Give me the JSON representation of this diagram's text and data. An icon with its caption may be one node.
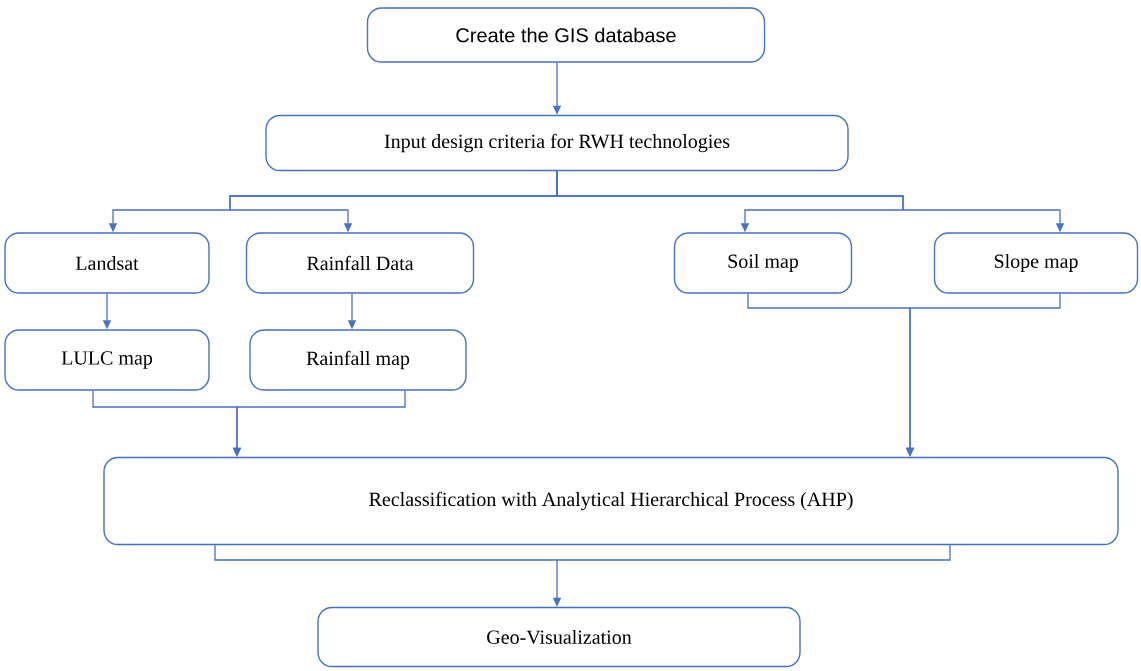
{
  "diagram": {
    "nodes": [
      {
        "text": [
          "Create the GIS database"
        ]
      },
      {
        "text": [
          "Input design criteria for RWH technologies"
        ]
      },
      {
        "text": [
          "Landsat"
        ]
      },
      {
        "text": [
          "Rainfall Data"
        ]
      },
      {
        "text": [
          "Soil map"
        ]
      },
      {
        "text": [
          "Slope map"
        ]
      },
      {
        "text": [
          "LULC map"
        ]
      },
      {
        "text": [
          "Rainfall map"
        ]
      },
      {
        "text": [
          "Reclassification with Analytical Hierarchical Process (AHP)"
        ]
      },
      {
        "text": [
          "Geo-Visualization"
        ]
      }
    ],
    "edges": [
      {
        "from": 0,
        "to": 1,
        "arrow": "to"
      },
      {
        "from": 1,
        "to": 2,
        "arrow": "to"
      },
      {
        "from": 1,
        "to": 3,
        "arrow": "to"
      },
      {
        "from": 1,
        "to": 4,
        "arrow": "to"
      },
      {
        "from": 1,
        "to": 5,
        "arrow": "to"
      },
      {
        "from": 2,
        "to": 6,
        "arrow": "to"
      },
      {
        "from": 3,
        "to": 7,
        "arrow": "to"
      },
      {
        "from": 6,
        "to": 8,
        "arrow": "to"
      },
      {
        "from": 7,
        "to": 8,
        "arrow": "to"
      },
      {
        "from": 4,
        "to": 8,
        "arrow": "to"
      },
      {
        "from": 5,
        "to": 8,
        "arrow": "to"
      },
      {
        "from": 8,
        "to": 9,
        "arrow": "to"
      }
    ]
  }
}
